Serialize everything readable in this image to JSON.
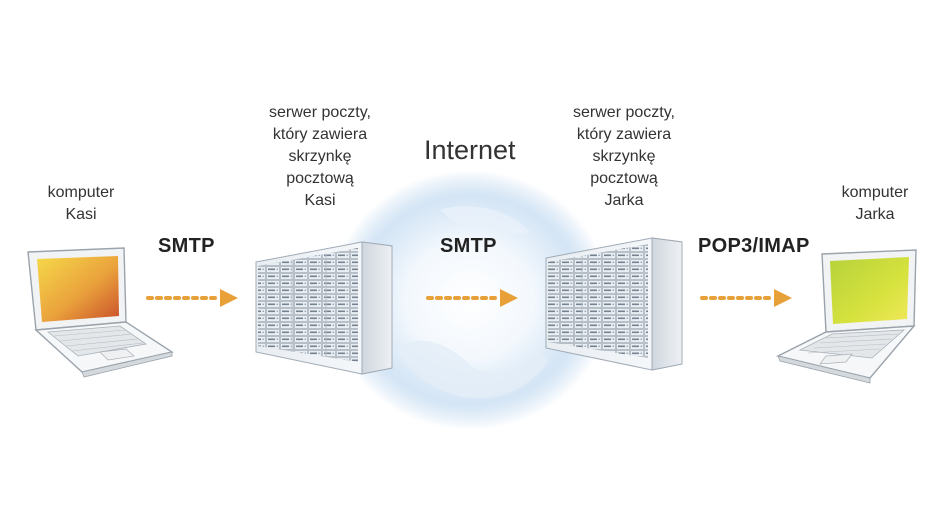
{
  "labels": {
    "computer_left": [
      "komputer",
      "Kasi"
    ],
    "server_left": [
      "serwer poczty,",
      "który zawiera",
      "skrzynkę",
      "pocztową",
      "Kasi"
    ],
    "internet": "Internet",
    "server_right": [
      "serwer poczty,",
      "który zawiera",
      "skrzynkę",
      "pocztową",
      "Jarka"
    ],
    "computer_right": [
      "komputer",
      "Jarka"
    ]
  },
  "protocols": {
    "left": "SMTP",
    "middle": "SMTP",
    "right": "POP3/IMAP"
  },
  "colors": {
    "arrow": "#e8a038",
    "screen_left": "#e89a3a",
    "screen_right": "#c8d83a",
    "globe": "#bcd6ee"
  }
}
